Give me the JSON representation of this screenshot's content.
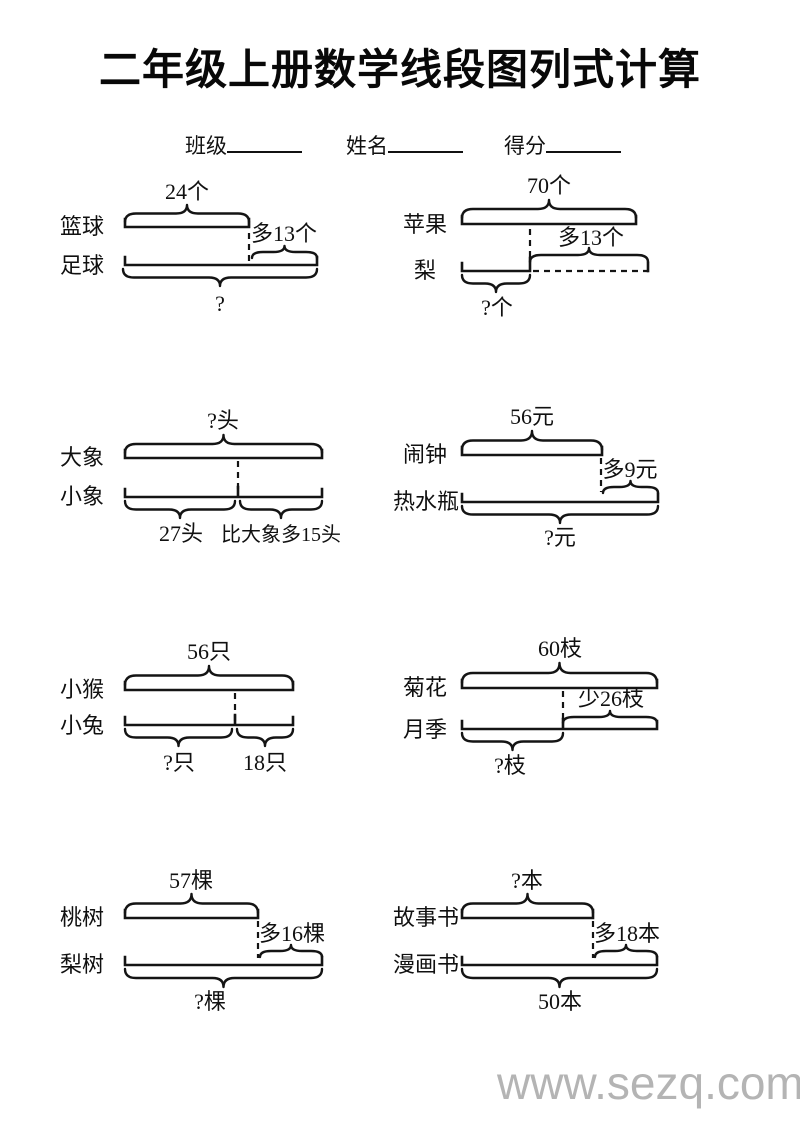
{
  "page": {
    "title": "二年级上册数学线段图列式计算",
    "header": {
      "class_label": "班级",
      "name_label": "姓名",
      "score_label": "得分",
      "class_value": "",
      "name_value": "",
      "score_value": ""
    },
    "watermark": "www.sezq.com"
  },
  "problems": [
    {
      "row1": "篮球",
      "row2": "足球",
      "top": "24个",
      "diff": "多13个",
      "bottom": "?"
    },
    {
      "row1": "苹果",
      "row2": "梨",
      "top": "70个",
      "diff": "多13个",
      "bottom": "?个"
    },
    {
      "row1": "大象",
      "row2": "小象",
      "top": "?头",
      "bottom_left": "27头",
      "bottom_right": "比大象多15头"
    },
    {
      "row1": "闹钟",
      "row2": "热水瓶",
      "top": "56元",
      "diff": "多9元",
      "bottom": "?元"
    },
    {
      "row1": "小猴",
      "row2": "小兔",
      "top": "56只",
      "bottom_left": "?只",
      "bottom_right": "18只"
    },
    {
      "row1": "菊花",
      "row2": "月季",
      "top": "60枝",
      "diff": "少26枝",
      "bottom": "?枝"
    },
    {
      "row1": "桃树",
      "row2": "梨树",
      "top": "57棵",
      "diff": "多16棵",
      "bottom": "?棵"
    },
    {
      "row1": "故事书",
      "row2": "漫画书",
      "top": "?本",
      "diff": "多18本",
      "bottom": "50本"
    }
  ]
}
